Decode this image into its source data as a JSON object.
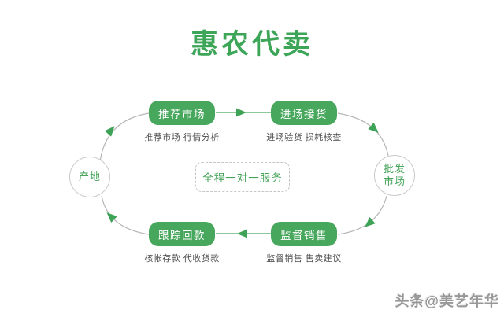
{
  "title": "惠农代卖",
  "center_service": "全程一对一服务",
  "nodes": [
    {
      "label": "推荐市场",
      "subtitle": "推荐市场 行情分析"
    },
    {
      "label": "进场接货",
      "subtitle": "进场验货 损耗核查"
    },
    {
      "label": "监督销售",
      "subtitle": "监督销售 售卖建议"
    },
    {
      "label": "跟踪回款",
      "subtitle": "核帐存款 代收货款"
    }
  ],
  "endpoints": [
    {
      "label": "产地"
    },
    {
      "label": "批发市场"
    }
  ],
  "flow_direction": "clockwise",
  "colors": {
    "green": "#3ca558",
    "node_green": "#47a75c",
    "line_gray": "#b5b5b5",
    "subtitle_gray": "#4d4d4d"
  },
  "watermark": "头条@美艺年华"
}
